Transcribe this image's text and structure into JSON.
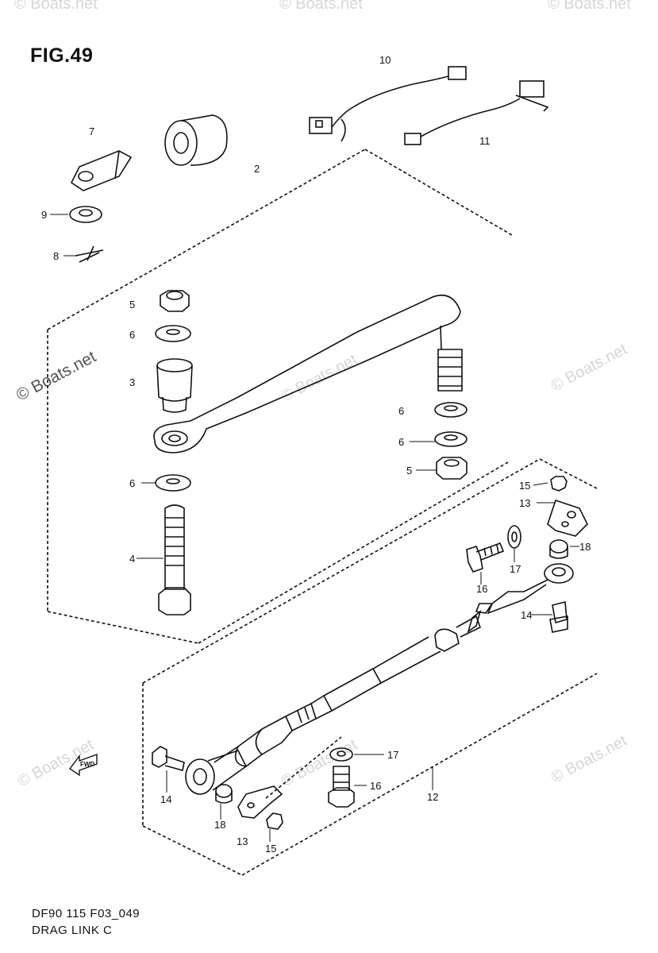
{
  "figure": {
    "title": "FIG.49",
    "code": "DF90 115 F03_049",
    "caption": "DRAG LINK C"
  },
  "watermark": "© Boats.net",
  "direction_marker": "FWD",
  "callouts": [
    "10",
    "7",
    "2",
    "11",
    "9",
    "8",
    "5",
    "6",
    "3",
    "6",
    "6",
    "5",
    "6",
    "15",
    "13",
    "4",
    "18",
    "17",
    "16",
    "14",
    "17",
    "16",
    "12",
    "14",
    "18",
    "13",
    "15"
  ]
}
